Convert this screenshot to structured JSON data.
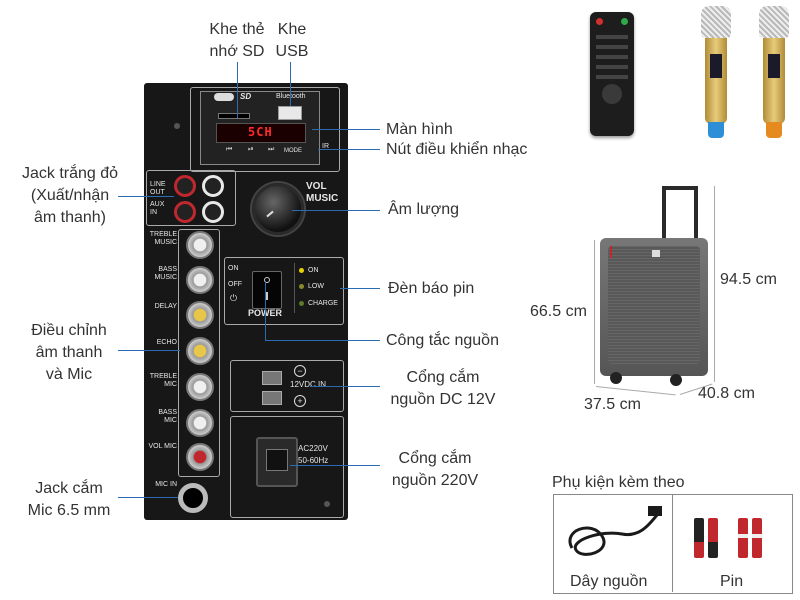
{
  "labels": {
    "sd_slot": "Khe thẻ nhớ SD",
    "sd_slot_line1": "Khe thẻ",
    "sd_slot_line2": "nhớ SD",
    "usb_slot_line1": "Khe",
    "usb_slot_line2": "USB",
    "screen": "Màn hình",
    "music_controls": "Nút điều khiển nhạc",
    "volume": "Âm lượng",
    "battery_indicator": "Đèn báo pin",
    "power_switch": "Công tắc nguồn",
    "dc_port_line1": "Cổng cắm",
    "dc_port_line2": "nguồn DC 12V",
    "ac_port_line1": "Cổng cắm",
    "ac_port_line2": "nguồn 220V",
    "rca_jack_line1": "Jack trắng đỏ",
    "rca_jack_line2": "(Xuất/nhận",
    "rca_jack_line3": "âm thanh)",
    "sound_adjust_line1": "Điều chỉnh",
    "sound_adjust_line2": "âm thanh",
    "sound_adjust_line3": "và Mic",
    "mic_jack_line1": "Jack cắm",
    "mic_jack_line2": "Mic 6.5 mm"
  },
  "panel": {
    "card_logo": "SD",
    "bluetooth": "Bluetooth",
    "display_text": "5CH",
    "ir": "IR",
    "mode": "MODE",
    "line_out": "LINE OUT",
    "aux_in": "AUX IN",
    "vol_music": "VOL MUSIC",
    "treble_music": "TREBLE MUSIC",
    "bass_music": "BASS MUSIC",
    "delay": "DELAY",
    "echo": "ECHO",
    "treble_mic": "TREBLE MIC",
    "bass_mic": "BASS MIC",
    "vol_mic": "VOL MIC",
    "mic_in": "MIC IN",
    "on": "ON",
    "off": "OFF",
    "power": "POWER",
    "led_on": "ON",
    "led_low": "LOW",
    "led_charge": "CHARGE",
    "dc_label": "12VDC IN",
    "ac_label": "AC220V",
    "ac_freq": "50-60Hz"
  },
  "dimensions": {
    "height_total": "94.5 cm",
    "height_body": "66.5 cm",
    "width": "37.5 cm",
    "depth": "40.8 cm"
  },
  "accessories": {
    "title": "Phụ kiện kèm theo",
    "cable": "Dây nguồn",
    "battery": "Pin"
  },
  "colors": {
    "accent_line": "#2b6cb0",
    "mic_gold": "#d8b45a"
  }
}
